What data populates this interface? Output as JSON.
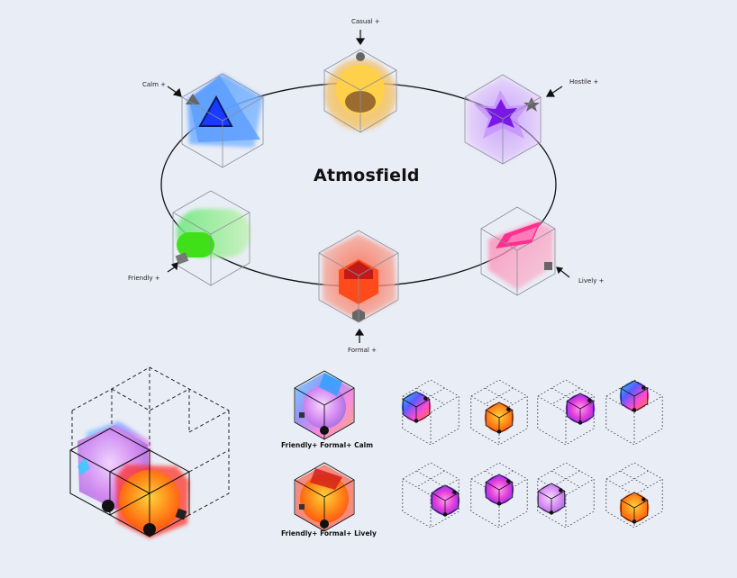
{
  "title": "Atmosfield",
  "axes": {
    "casual": "Casual +",
    "calm": "Calm +",
    "hostile": "Hostile +",
    "friendly": "Friendly +",
    "formal": "Formal +",
    "lively": "Lively +"
  },
  "combos": {
    "first": "Friendly+ Formal+ Calm",
    "second": "Friendly+ Formal+ Lively"
  }
}
